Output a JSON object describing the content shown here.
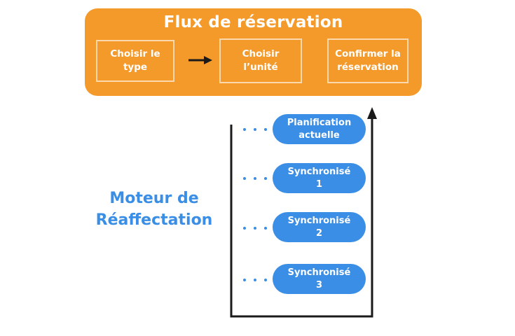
{
  "flow": {
    "title": "Flux de réservation",
    "steps": [
      {
        "label": "Choisir le\ntype"
      },
      {
        "label": "Choisir\nl’unité"
      },
      {
        "label": "Confirmer la\nréservation"
      }
    ]
  },
  "engine": {
    "label": "Moteur de\nRéaffectation",
    "schedules": [
      {
        "label": "Planification\nactuelle"
      },
      {
        "label": "Synchronisé\n1"
      },
      {
        "label": "Synchronisé\n2"
      },
      {
        "label": "Synchronisé\n3"
      }
    ]
  },
  "colors": {
    "flow_background": "#f39a2b",
    "accent_blue": "#3a8ee6",
    "line": "#1a1a1a"
  }
}
